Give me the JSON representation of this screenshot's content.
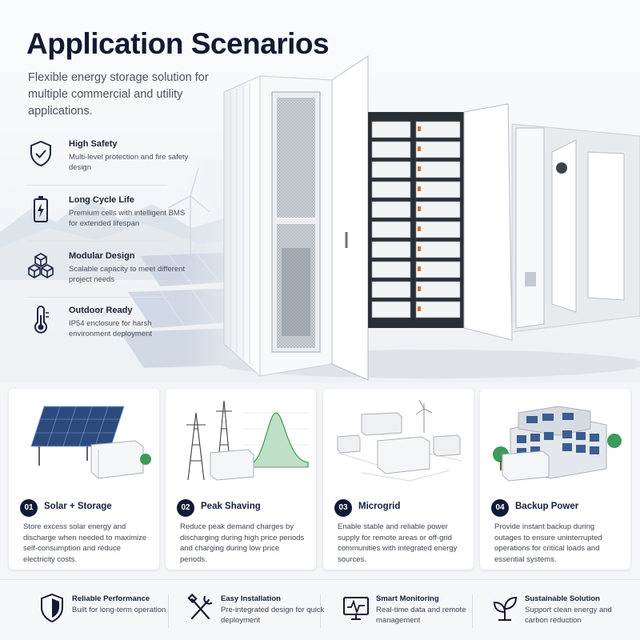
{
  "header": {
    "title": "Application Scenarios",
    "subtitle": "Flexible energy storage solution for multiple commercial and utility applications."
  },
  "features": [
    {
      "icon": "shield-check-icon",
      "title": "High Safety",
      "desc": "Multi-level protection and fire safety design"
    },
    {
      "icon": "battery-bolt-icon",
      "title": "Long Cycle Life",
      "desc": "Premium cells with intelligent BMS for extended lifespan"
    },
    {
      "icon": "cubes-icon",
      "title": "Modular Design",
      "desc": "Scalable capacity to meet different project needs"
    },
    {
      "icon": "thermometer-icon",
      "title": "Outdoor Ready",
      "desc": "IP54 enclosure for harsh environment deployment"
    }
  ],
  "scenarios": [
    {
      "num": "01",
      "title": "Solar + Storage",
      "desc": "Store excess solar energy and discharge when needed to maximize self-consumption and reduce electricity costs."
    },
    {
      "num": "02",
      "title": "Peak Shaving",
      "desc": "Reduce peak demand charges by discharging during high price periods and charging during low price periods."
    },
    {
      "num": "03",
      "title": "Microgrid",
      "desc": "Enable stable and reliable power supply for remote areas or off-grid communities with integrated energy sources."
    },
    {
      "num": "04",
      "title": "Backup Power",
      "desc": "Provide instant backup during outages to ensure uninterrupted operations for critical loads and essential systems."
    }
  ],
  "benefits": [
    {
      "icon": "shield-check-icon",
      "title": "Reliable Performance",
      "desc": "Built for long-term operation"
    },
    {
      "icon": "tools-icon",
      "title": "Easy Installation",
      "desc": "Pre-integrated design for quick deployment"
    },
    {
      "icon": "monitor-pulse-icon",
      "title": "Smart Monitoring",
      "desc": "Real-time data and remote management"
    },
    {
      "icon": "leaf-sprout-icon",
      "title": "Sustainable Solution",
      "desc": "Support clean energy and carbon reduction"
    }
  ],
  "colors": {
    "navy": "#121a33",
    "accent_green": "#3e9a5a",
    "panel_blue": "#2c4a7e"
  }
}
